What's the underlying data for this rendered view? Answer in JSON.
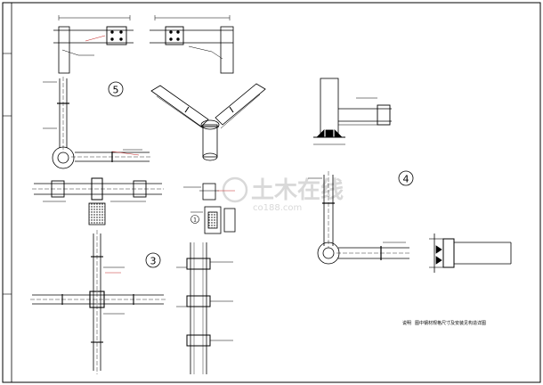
{
  "drawing": {
    "detail_numbers": {
      "d5": "5",
      "d4": "4",
      "d3": "3",
      "d1": "1"
    },
    "note": {
      "prefix": "说明",
      "text": "图中钢材规格尺寸及安装见构造详图"
    },
    "watermark": {
      "name": "土木在线",
      "site": "co188.com"
    },
    "colors": {
      "line": "#000000",
      "paper": "#ffffff",
      "leader": "#c62828",
      "watermark": "#d9d9d9"
    }
  }
}
